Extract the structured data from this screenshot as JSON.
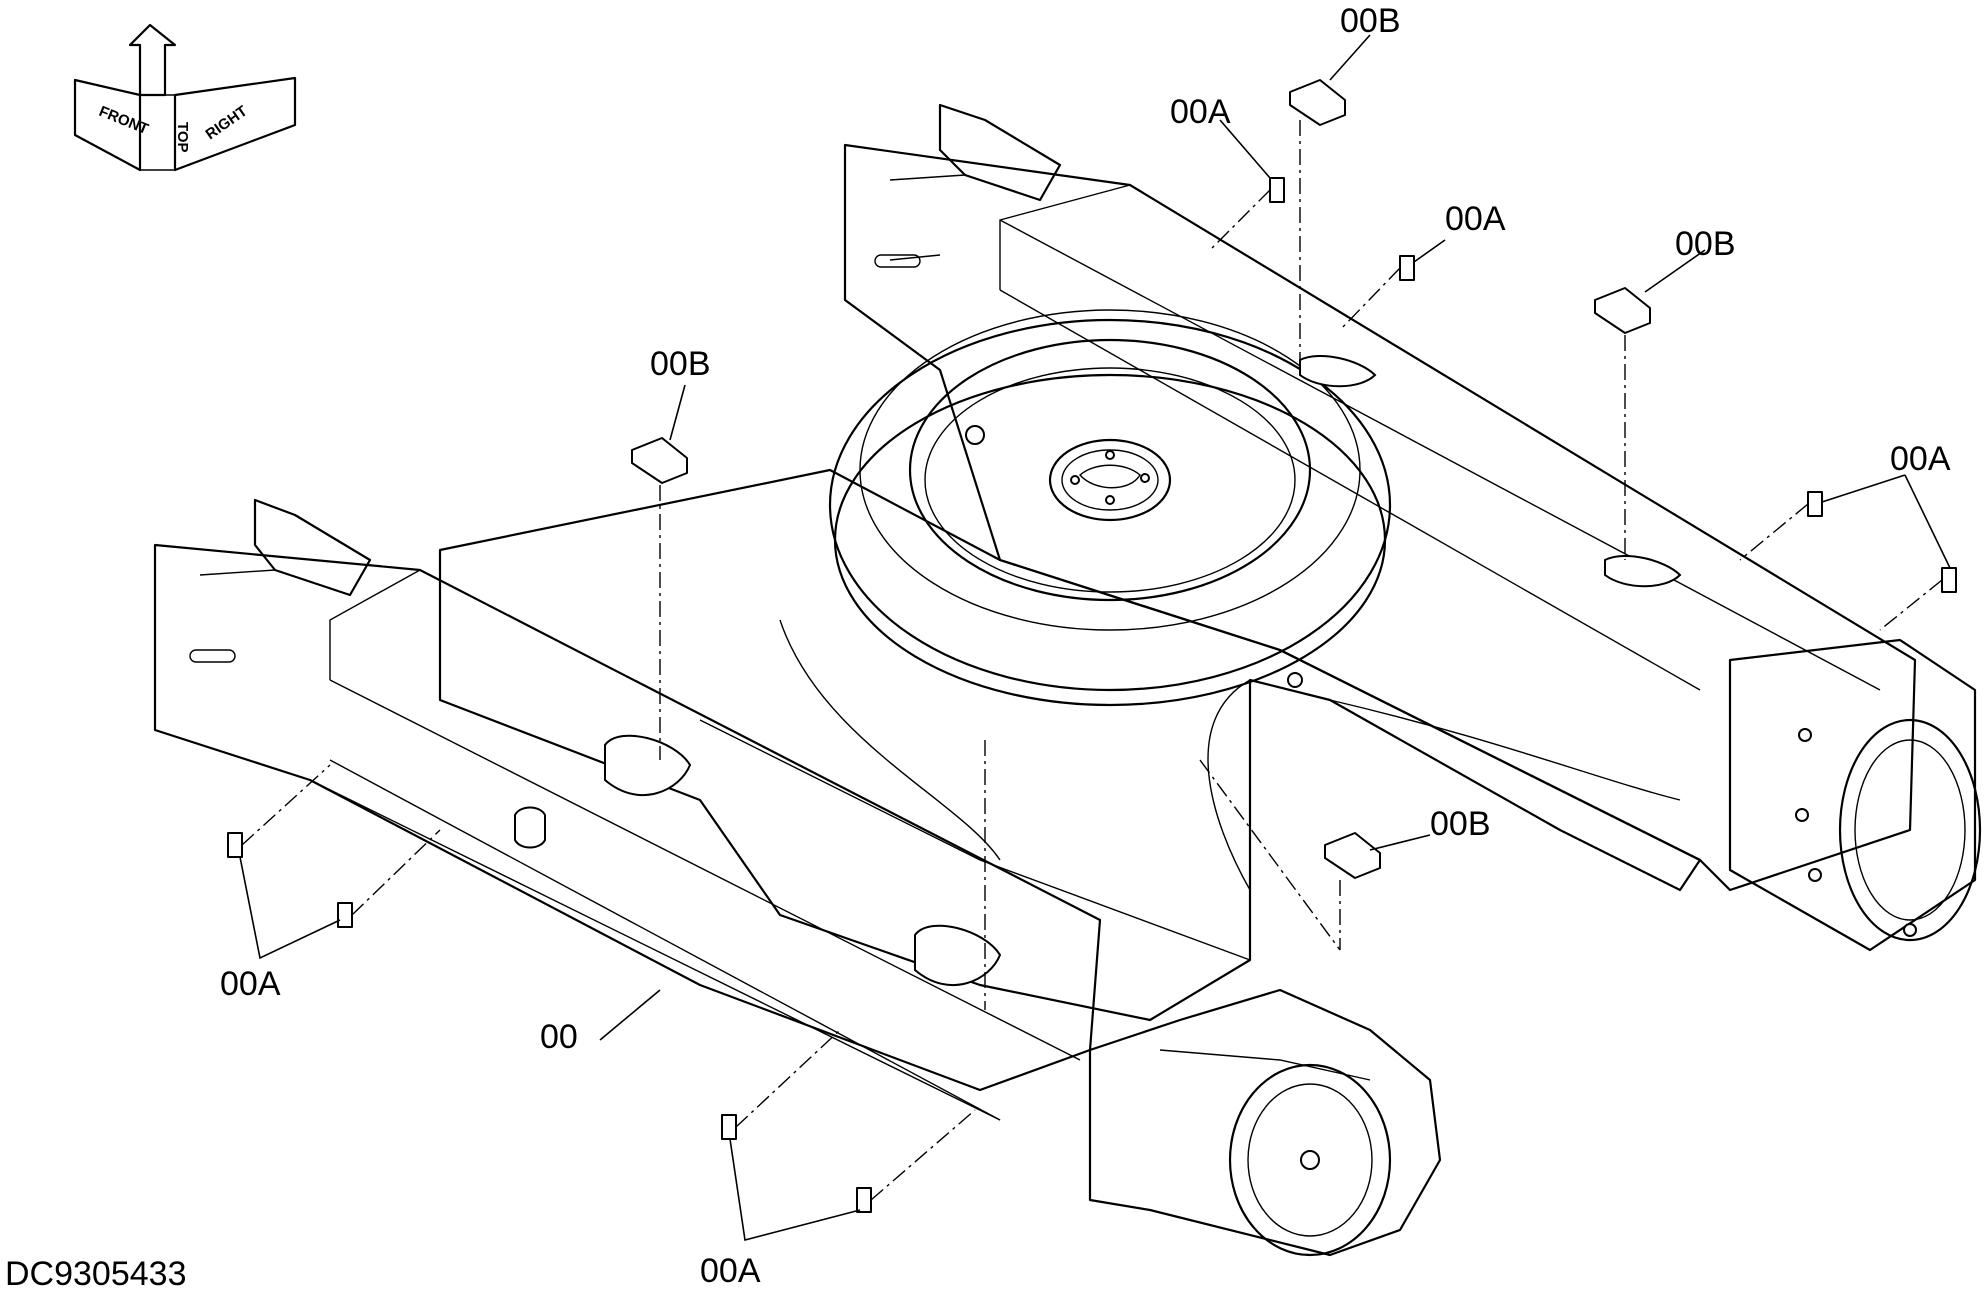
{
  "document_id": "DC9305433",
  "orientation": {
    "top": "TOP",
    "front": "FRONT",
    "right": "RIGHT"
  },
  "callouts": {
    "main_frame": "00",
    "pad_a": "00A",
    "pad_b": "00B"
  }
}
